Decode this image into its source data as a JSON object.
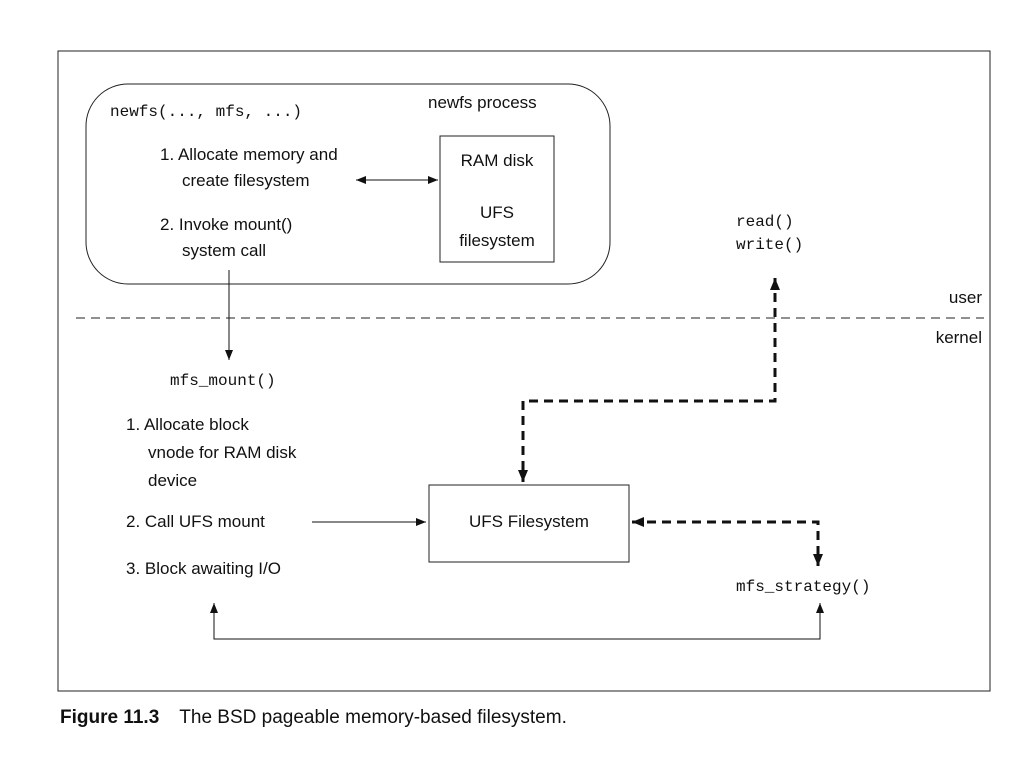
{
  "process_box": {
    "call": "newfs(..., mfs, ...)",
    "title": "newfs process",
    "step1": [
      "1. Allocate memory and",
      "create filesystem"
    ],
    "step2": [
      "2. Invoke mount()",
      "system call"
    ]
  },
  "ramdisk": {
    "line1": "RAM disk",
    "line2": "UFS",
    "line3": "filesystem"
  },
  "io_calls": [
    "read()",
    "write()"
  ],
  "boundary": {
    "upper": "user",
    "lower": "kernel"
  },
  "mfs_mount": {
    "name": "mfs_mount()",
    "step1": [
      "1. Allocate block",
      "vnode for RAM disk",
      "device"
    ],
    "step2": "2. Call UFS mount",
    "step3": "3. Block awaiting I/O"
  },
  "ufs_box": {
    "label": "UFS Filesystem"
  },
  "mfs_strategy": {
    "name": "mfs_strategy()"
  },
  "caption": {
    "number": "Figure 11.3",
    "text": "The BSD pageable memory-based filesystem."
  }
}
